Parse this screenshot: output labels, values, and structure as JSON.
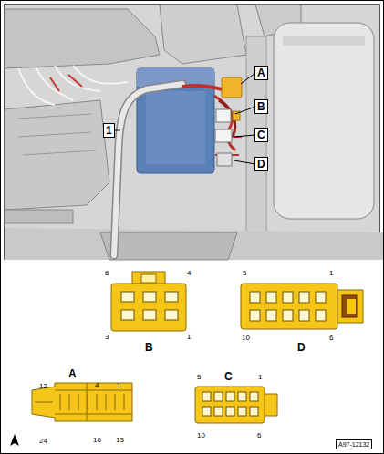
{
  "diagram": {
    "labels": [
      "A",
      "B",
      "1",
      "C",
      "D",
      "6",
      "4",
      "3",
      "B",
      "1",
      "5",
      "1",
      "10",
      "D",
      "6",
      "12",
      "A",
      "4",
      "1",
      "24",
      "16",
      "13",
      "5",
      "C",
      "1",
      "10",
      "6",
      "A97-12132"
    ]
  }
}
